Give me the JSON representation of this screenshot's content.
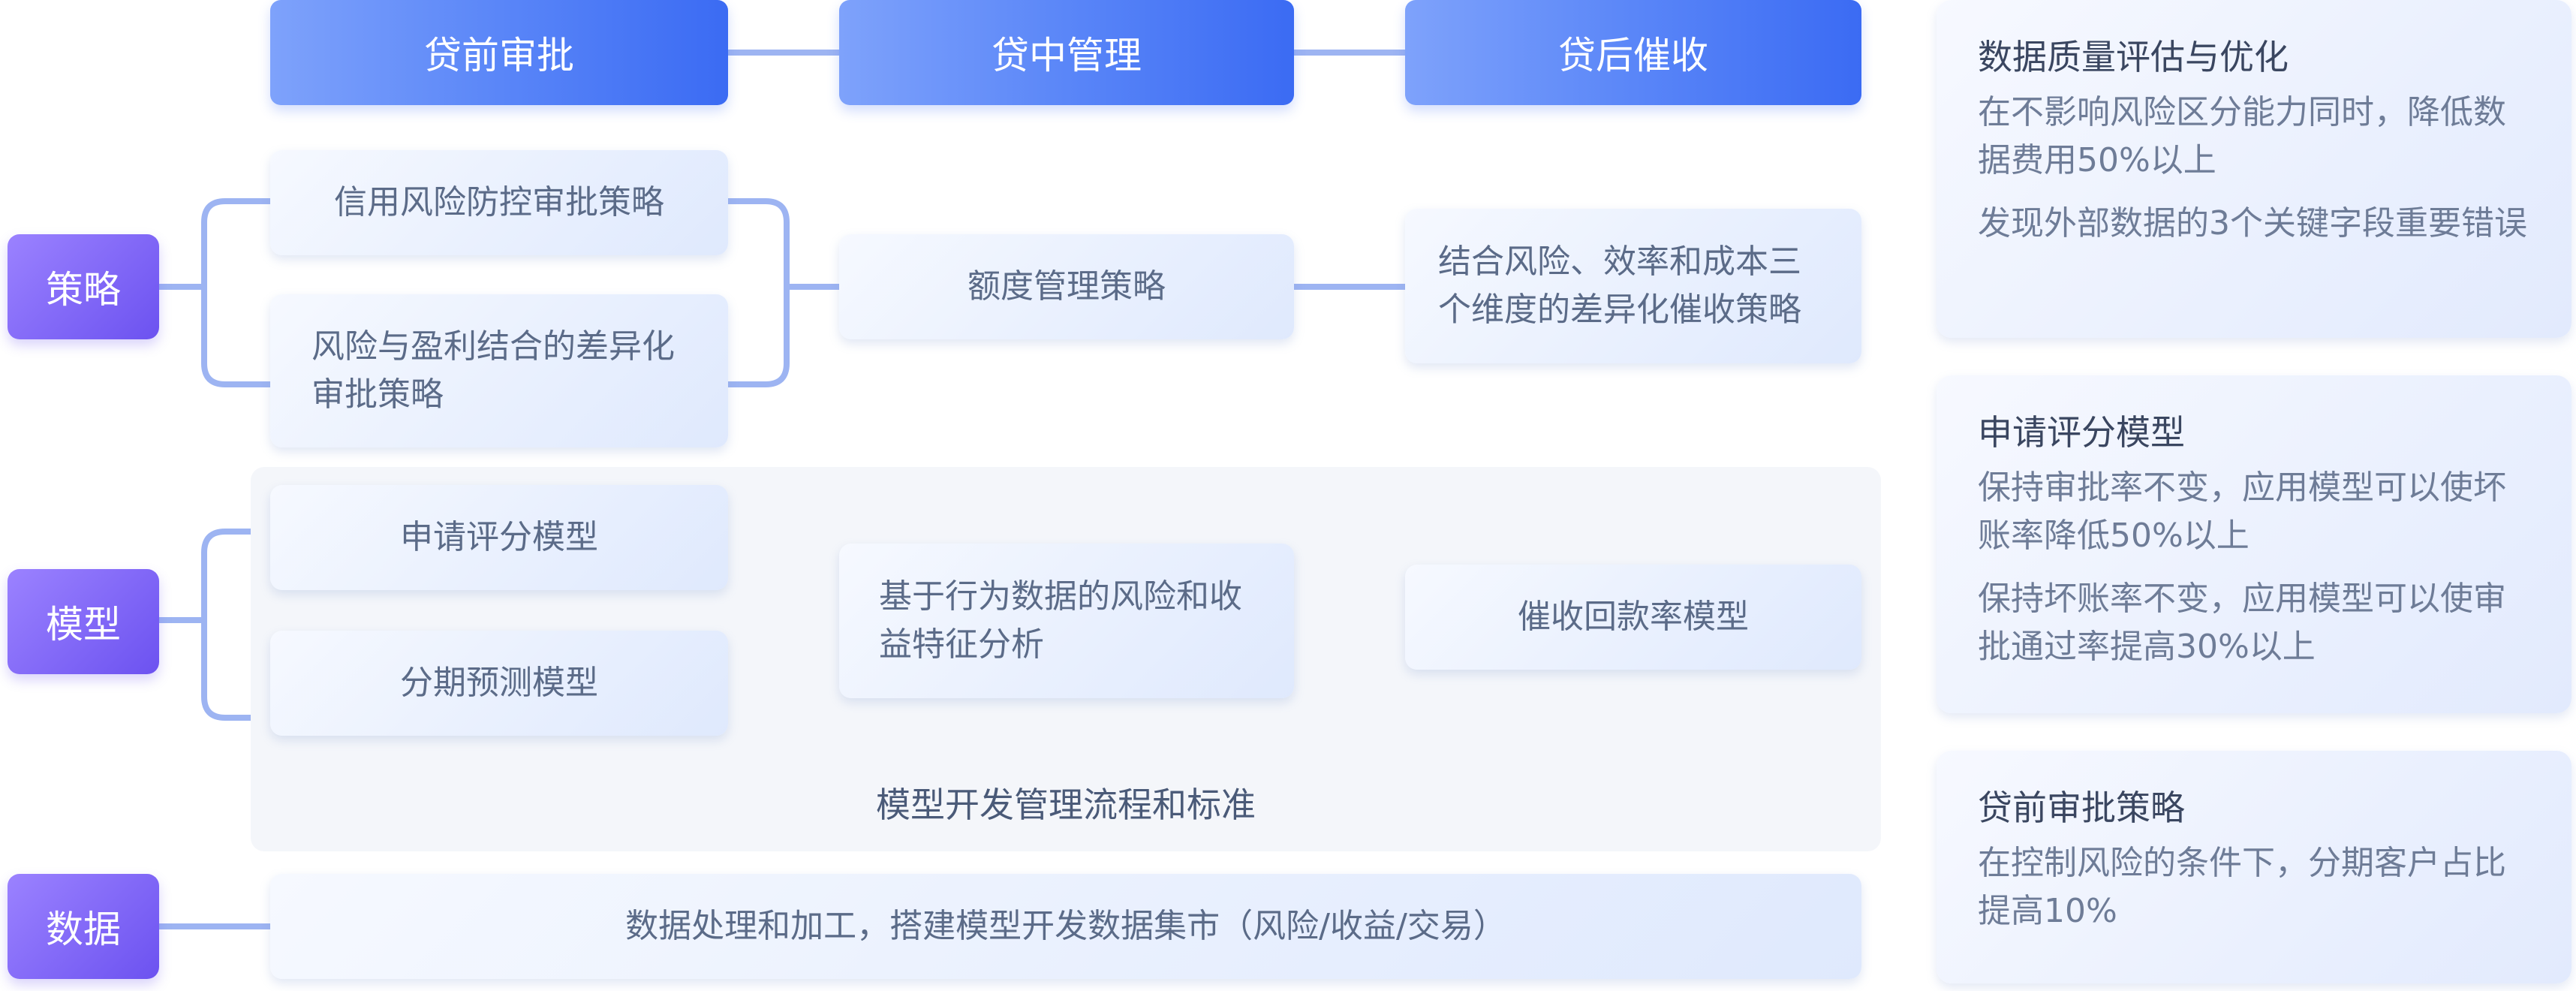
{
  "headers": [
    "贷前审批",
    "贷中管理",
    "贷后催收"
  ],
  "rows": {
    "strategy": {
      "label": "策略",
      "col1": [
        "信用风险防控审批策略",
        "风险与盈利结合的差异化审批策略"
      ],
      "col2": "额度管理策略",
      "col3": "结合风险、效率和成本三个维度的差异化催收策略"
    },
    "model": {
      "label": "模型",
      "col1": [
        "申请评分模型",
        "分期预测模型"
      ],
      "col2": "基于行为数据的风险和收益特征分析",
      "col3": "催收回款率模型",
      "footer": "模型开发管理流程和标准"
    },
    "data": {
      "label": "数据",
      "content": "数据处理和加工，搭建模型开发数据集市（风险/收益/交易）"
    }
  },
  "results": [
    {
      "title": "数据质量评估与优化",
      "lines": [
        "在不影响风险区分能力同时，降低数据费用50%以上",
        "发现外部数据的3个关键字段重要错误"
      ]
    },
    {
      "title": "申请评分模型",
      "lines": [
        "保持审批率不变，应用模型可以使坏账率降低50%以上",
        "保持坏账率不变，应用模型可以使审批通过率提高30%以上"
      ]
    },
    {
      "title": "贷前审批策略",
      "lines": [
        "在控制风险的条件下，分期客户占比提高10%"
      ]
    }
  ],
  "colors": {
    "header_blue": "#3b6bf3",
    "label_purple": "#6c52f0",
    "connector": "#9db4f2",
    "card_text": "#5b6b88"
  }
}
